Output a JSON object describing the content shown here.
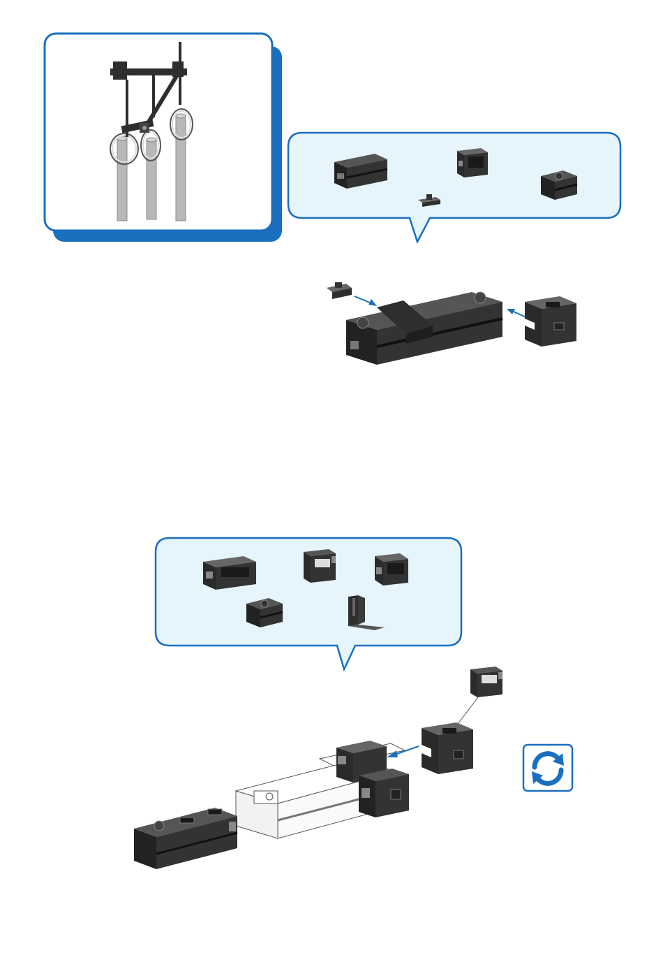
{
  "page": {
    "accent_color": "#1a6fbf",
    "bubble_fill": "#e6f4fb",
    "part_color": "#2e2e2e"
  },
  "preview_card": {
    "icon": "assembled-model-illustration"
  },
  "step1": {
    "parts_bubble": {
      "parts": [
        "building-block-30",
        "angle-block",
        "clip-plug",
        "building-block-15"
      ]
    },
    "assembly": {
      "icon": "step1-assembly-illustration"
    }
  },
  "step2": {
    "parts_bubble": {
      "parts": [
        "building-box-30",
        "angle-block-60",
        "angle-block",
        "building-block-15",
        "angle-bracket"
      ]
    },
    "assembly": {
      "icon": "step2-assembly-illustration"
    },
    "rotate_badge": {
      "icon": "rotate-arrows-icon"
    }
  }
}
